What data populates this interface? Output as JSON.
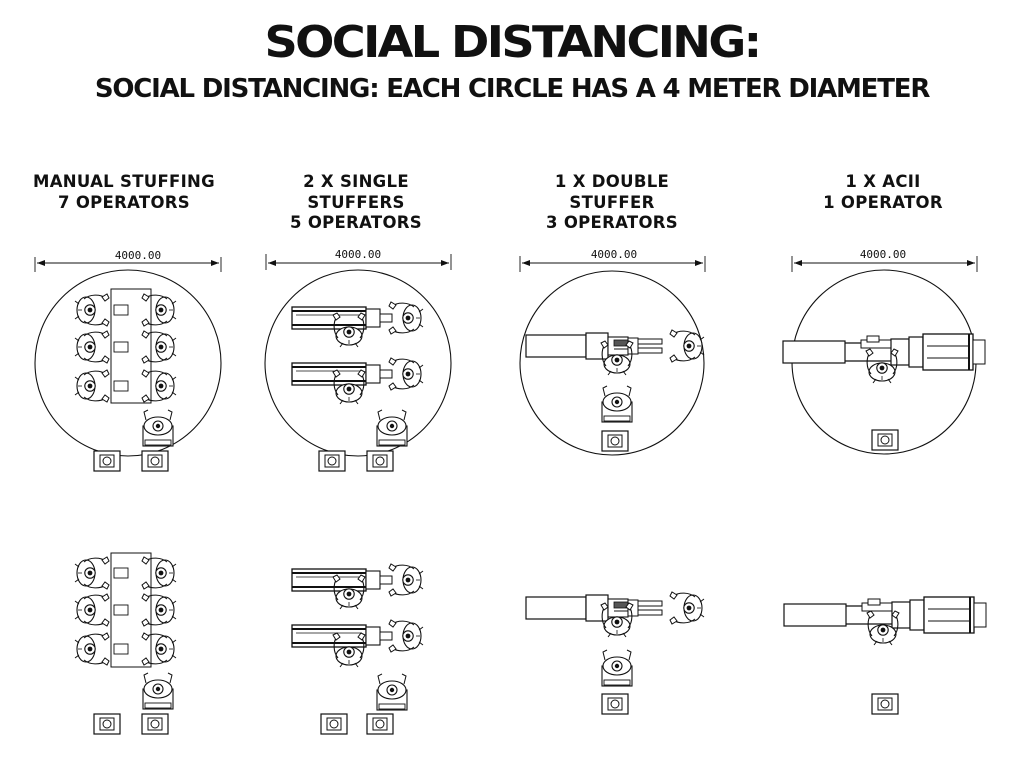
{
  "title": "SOCIAL DISTANCING:",
  "subtitle": "SOCIAL DISTANCING: EACH CIRCLE HAS A 4 METER DIAMETER",
  "columns": [
    {
      "heading": [
        "MANUAL STUFFING",
        "7 OPERATORS"
      ],
      "dimension": "4000.00"
    },
    {
      "heading": [
        "2 X SINGLE",
        "STUFFERS",
        "5 OPERATORS"
      ],
      "dimension": "4000.00"
    },
    {
      "heading": [
        "1 X DOUBLE",
        "STUFFER",
        "3 OPERATORS"
      ],
      "dimension": "4000.00"
    },
    {
      "heading": [
        "1 X ACII",
        "1 OPERATOR"
      ],
      "dimension": "4000.00"
    }
  ]
}
